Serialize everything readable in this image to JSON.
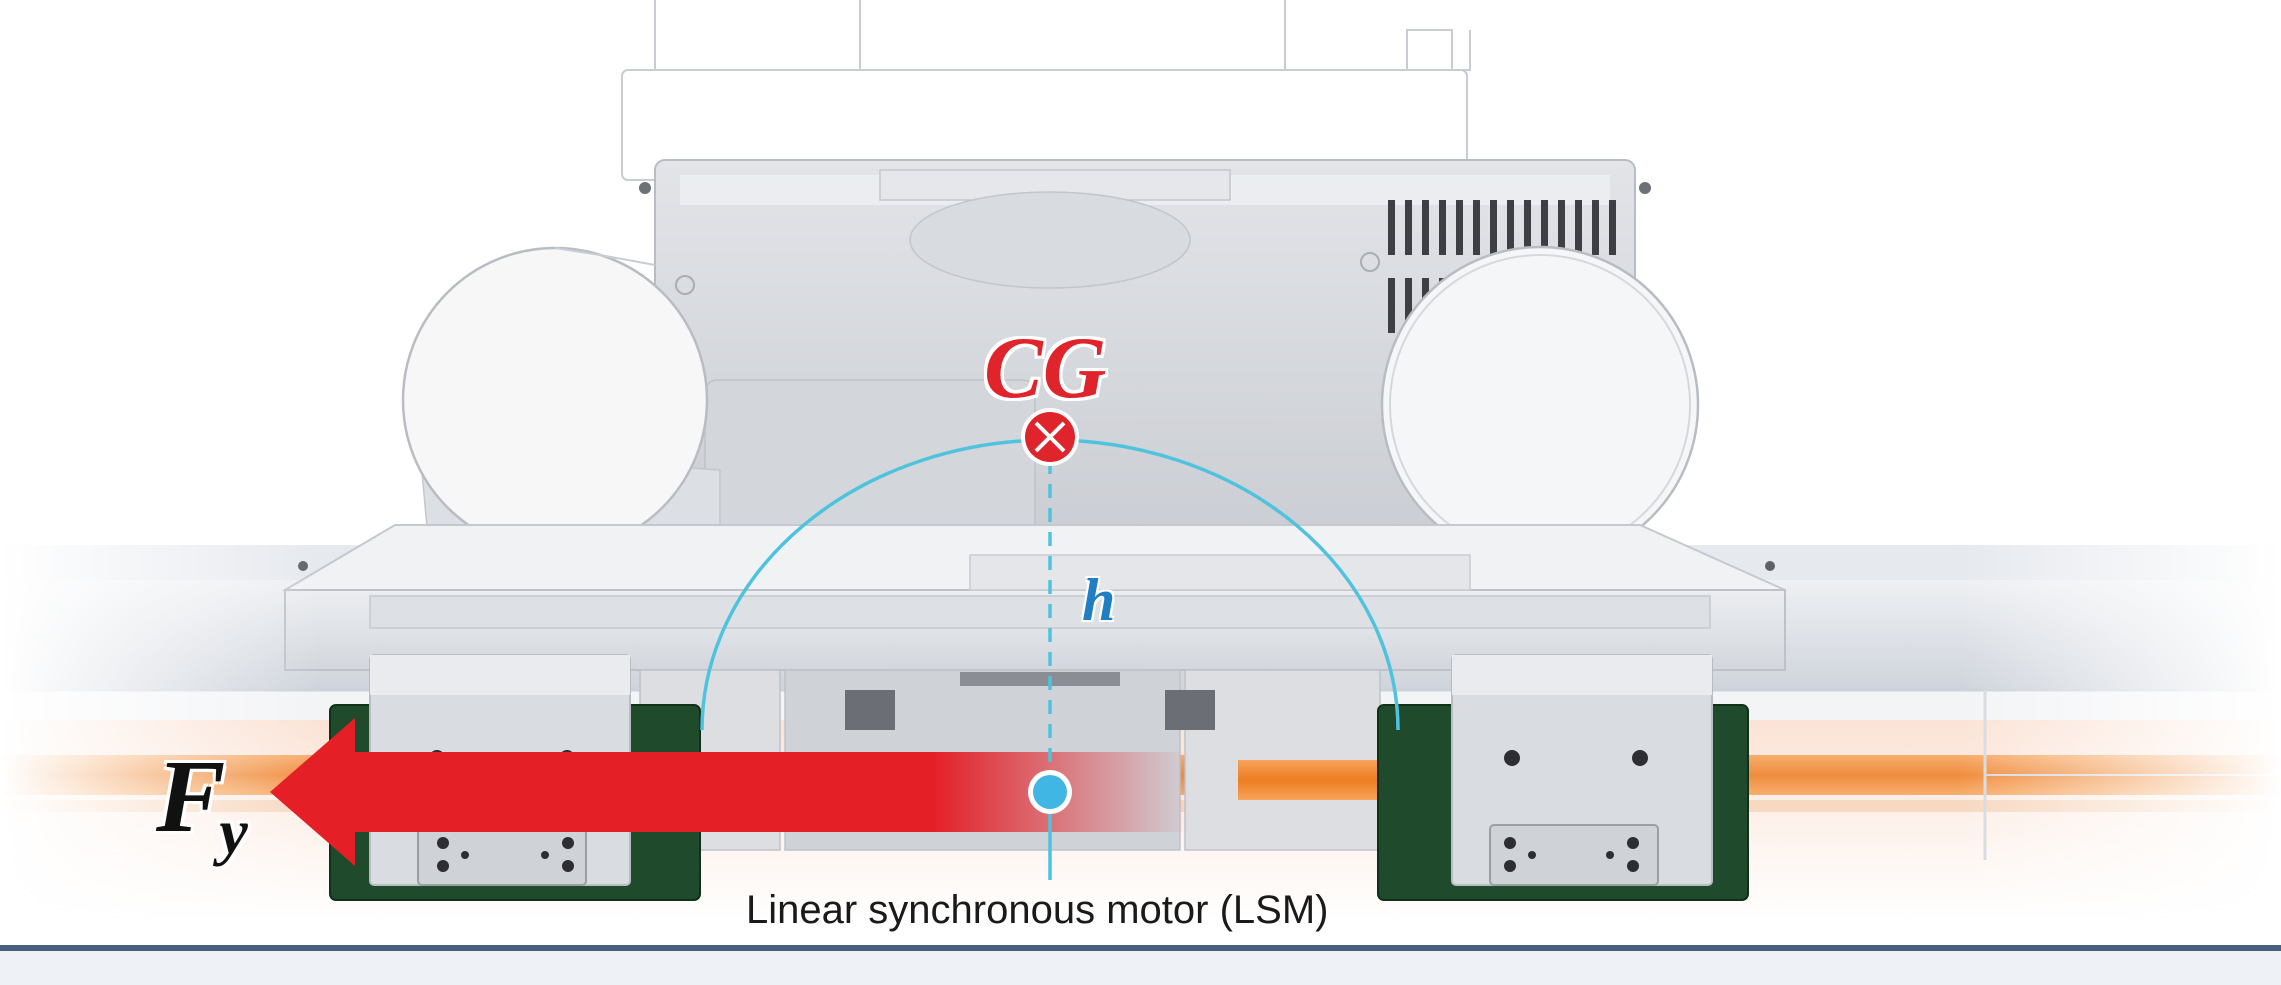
{
  "labels": {
    "cg": "CG",
    "height": "h",
    "force_base": "F",
    "force_sub": "y",
    "motor": "Linear synchronous motor (LSM)"
  },
  "colors": {
    "cg_marker": "#e0242b",
    "force_arrow": "#e41f26",
    "height_line": "#4fc3dd",
    "lsm_point": "#3fb6e3",
    "magnet_strip": "#f08a2e",
    "motor_block": "#1f4a2c",
    "base_line": "#4a5f80"
  },
  "icons": {
    "cg_marker": "circled-x-icon",
    "lsm_point": "filled-circle-icon"
  }
}
